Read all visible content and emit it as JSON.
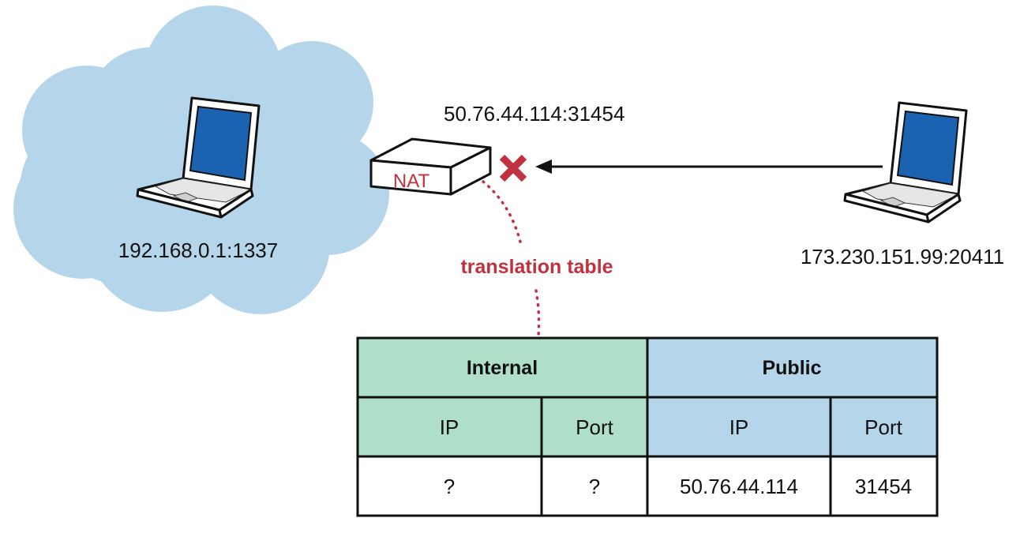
{
  "labels": {
    "nat_public_address": "50.76.44.114:31454",
    "nat_box": "NAT",
    "internal_host_address": "192.168.0.1:1337",
    "external_host_address": "173.230.151.99:20411",
    "translation_table_caption": "translation table"
  },
  "table": {
    "groups": [
      {
        "label": "Internal"
      },
      {
        "label": "Public"
      }
    ],
    "columns": [
      "IP",
      "Port",
      "IP",
      "Port"
    ],
    "rows": [
      [
        "?",
        "?",
        "50.76.44.114",
        "31454"
      ]
    ]
  },
  "colors": {
    "cloud": "#b5d5ea",
    "internal_header": "#b0dfc9",
    "public_header": "#b5d5ea",
    "accent_red": "#c0323f",
    "screen_blue": "#1b63b0",
    "stroke": "#111111"
  },
  "icons": {
    "internal_host": "laptop-icon",
    "external_host": "laptop-icon",
    "nat_device": "router-box-icon",
    "blocked": "x-mark-icon"
  }
}
